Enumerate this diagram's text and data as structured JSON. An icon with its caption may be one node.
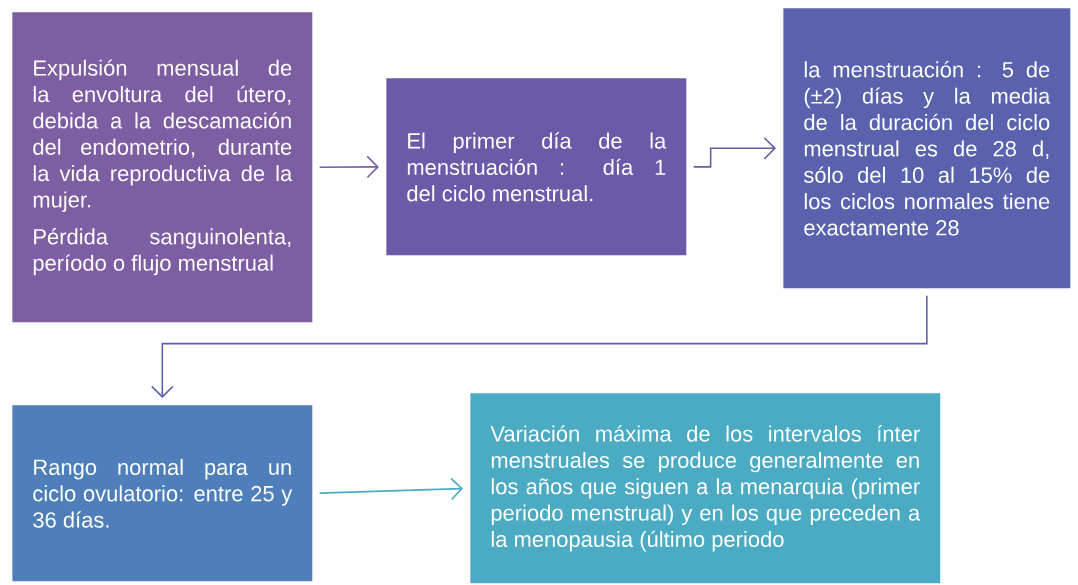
{
  "diagram": {
    "nodes": [
      {
        "text": [
          "Expulsión mensual de la envoltura del útero, debida a la descamación del endometrio, durante la vida reproductiva de la mujer.",
          "Pérdida sanguinolenta, período o flujo menstrual"
        ]
      },
      {
        "text": [
          "El primer día de la menstruación : día 1 del ciclo menstrual."
        ]
      },
      {
        "text": [
          "la menstruación : 5 de (±2) días y la media de la duración del ciclo menstrual es de 28 d, sólo del 10 al 15% de los ciclos normales tiene exactamente 28"
        ]
      },
      {
        "text": [
          "Rango normal para un ciclo ovulatorio: entre 25 y 36 días."
        ]
      },
      {
        "text": [
          "Variación máxima de los intervalos ínter menstruales se produce generalmente en los años que siguen a la menarquia (primer periodo menstrual) y en los que preceden a la menopausia (último periodo"
        ]
      }
    ],
    "edges": [
      {
        "from": 0,
        "to": 1,
        "arrow": "to",
        "color": "#7a5fa0"
      },
      {
        "from": 1,
        "to": 2,
        "arrow": "to",
        "color": "#6a5aa8"
      },
      {
        "from": 2,
        "to": 3,
        "arrow": "to",
        "color": "#5a62ae"
      },
      {
        "from": 3,
        "to": 4,
        "arrow": "to",
        "color": "#4aabc3"
      }
    ]
  }
}
